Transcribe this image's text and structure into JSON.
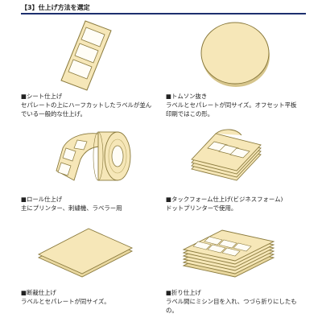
{
  "header": {
    "title": "【3】仕上げ方法を選定"
  },
  "colors": {
    "rule": "#1c2f6e",
    "paper": "#f6e7b8",
    "outline": "#8a7a3d"
  },
  "items": [
    {
      "title": "■シート仕上げ",
      "desc": [
        "セパレートの上にハーフカットしたラベルが並ん",
        "でいる一般的な仕上げ。"
      ]
    },
    {
      "title": "■トムソン抜き",
      "desc": [
        "ラベルとセパレートが同サイズ。オフセット平板",
        "印刷ではこの形。"
      ]
    },
    {
      "title": "■ロール仕上げ",
      "desc": [
        "主にプリンター、刺繍機、ラベラー用"
      ]
    },
    {
      "title": "■タックフォーム仕上げ(ビジネスフォーム)",
      "desc": [
        "ドットプリンターで使用。"
      ]
    },
    {
      "title": "■断裁仕上げ",
      "desc": [
        "ラベルとセパレートが同サイズ。"
      ]
    },
    {
      "title": "■折り仕上げ",
      "desc": [
        "ラベル間にミシン目を入れ、つづら折りにしたも",
        "の。"
      ]
    }
  ]
}
